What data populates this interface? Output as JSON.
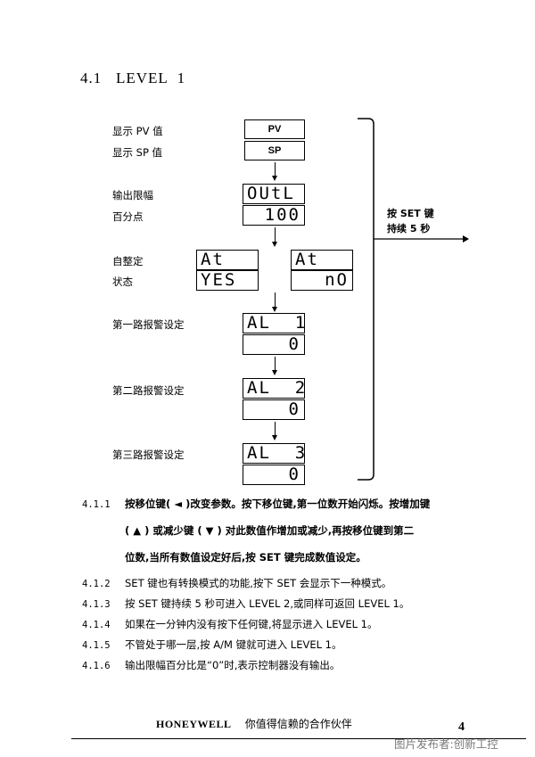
{
  "heading": "4.1   LEVEL  1",
  "labels": {
    "pv": "显示 PV 值",
    "sp": "显示 SP 值",
    "out1": "输出限幅",
    "out2": "百分点",
    "at1": "自整定",
    "at2": "状态",
    "al1": "第一路报警设定",
    "al2": "第二路报警设定",
    "al3": "第三路报警设定"
  },
  "displays": {
    "pv": "PV",
    "sp": "SP",
    "outl_top": "OUtL",
    "outl_bot": "100",
    "at_yes_top": "At",
    "at_yes_bot": "YES",
    "at_no_top": "At",
    "at_no_bot": "nO",
    "al1_top": "AL  1",
    "al1_bot": "0",
    "al2_top": "AL  2",
    "al2_bot": "0",
    "al3_top": "AL  3",
    "al3_bot": "0"
  },
  "side_note": {
    "line1": "按 SET 键",
    "line2": "持续 5 秒"
  },
  "paragraphs": [
    {
      "num": "4.1.1",
      "text": "按移位键( ◄ )改变参数。按下移位键,第一位数开始闪烁。按增加键"
    },
    {
      "num": "",
      "text": "( ▲ ) 或减少键 ( ▼ ) 对此数值作增加或减少,再按移位键到第二"
    },
    {
      "num": "",
      "text": "位数,当所有数值设定好后,按 SET 键完成数值设定。"
    },
    {
      "num": "4.1.2",
      "text": "SET 键也有转换模式的功能,按下 SET 会显示下一种模式。"
    },
    {
      "num": "4.1.3",
      "text": "按 SET 键持续 5 秒可进入 LEVEL 2,或同样可返回 LEVEL 1。"
    },
    {
      "num": "4.1.4",
      "text": "如果在一分钟内没有按下任何键,将显示进入 LEVEL 1。"
    },
    {
      "num": "4.1.5",
      "text": "不管处于哪一层,按 A/M 键就可进入 LEVEL 1。"
    },
    {
      "num": "4.1.6",
      "text": "输出限幅百分比是“0”时,表示控制器没有输出。"
    }
  ],
  "footer": {
    "brand": "HONEYWELL",
    "slogan": "你值得信赖的合作伙伴",
    "page": "4",
    "watermark": "图片发布者:创新工控"
  }
}
